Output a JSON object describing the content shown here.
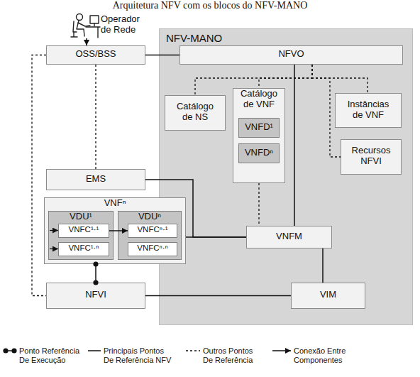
{
  "diagram": {
    "title": "Arquitetura NFV com os blocos do NFV-MANO",
    "nodes": [
      {
        "text": [
          "Operador de Rede"
        ]
      },
      {
        "text": [
          "NFV-MANO"
        ]
      },
      {
        "text": [
          "OSS/BSS"
        ]
      },
      {
        "text": [
          "NFVO"
        ],
        "in": 1
      },
      {
        "text": [
          "Catálogo de NS"
        ],
        "in": 1
      },
      {
        "text": [
          "Catálogo de VNF"
        ],
        "in": 1
      },
      {
        "text": [
          "VNFD¹"
        ],
        "in": 5
      },
      {
        "text": [
          "VNFDⁿ"
        ],
        "in": 5
      },
      {
        "text": [
          "Instâncias de VNF"
        ],
        "in": 1
      },
      {
        "text": [
          "Recursos NFVI"
        ],
        "in": 1
      },
      {
        "text": [
          "EMS"
        ]
      },
      {
        "text": [
          "VNFⁿ"
        ]
      },
      {
        "text": [
          "VDU¹"
        ],
        "in": 11
      },
      {
        "text": [
          "VNFC¹·¹"
        ],
        "in": 12
      },
      {
        "text": [
          "VNFC¹·ⁿ"
        ],
        "in": 12
      },
      {
        "text": [
          "VDUⁿ"
        ],
        "in": 11
      },
      {
        "text": [
          "VNFCⁿ·¹"
        ],
        "in": 15
      },
      {
        "text": [
          "VNFCⁿ·ⁿ"
        ],
        "in": 15
      },
      {
        "text": [
          "VNFM"
        ],
        "in": 1
      },
      {
        "text": [
          "NFVI"
        ]
      },
      {
        "text": [
          "VIM"
        ],
        "in": 1
      }
    ],
    "edges": [
      {
        "from": 0,
        "to": 2,
        "arrow": "to"
      },
      {
        "from": 2,
        "to": 3,
        "arrow": "none"
      },
      {
        "from": 2,
        "to": 10,
        "arrow": "none"
      },
      {
        "from": 2,
        "to": 19,
        "arrow": "none"
      },
      {
        "from": 3,
        "to": 4,
        "arrow": "none"
      },
      {
        "from": 3,
        "to": 5,
        "arrow": "none"
      },
      {
        "from": 3,
        "to": 8,
        "arrow": "none"
      },
      {
        "from": 3,
        "to": 9,
        "arrow": "none"
      },
      {
        "from": 3,
        "to": 18,
        "arrow": "none"
      },
      {
        "from": 5,
        "to": 18,
        "arrow": "none"
      },
      {
        "from": 10,
        "to": 18,
        "arrow": "none"
      },
      {
        "from": 11,
        "to": 18,
        "arrow": "none"
      },
      {
        "from": 11,
        "to": 19,
        "arrow": "none"
      },
      {
        "from": 19,
        "to": 20,
        "arrow": "none"
      },
      {
        "from": 18,
        "to": 20,
        "arrow": "none"
      },
      {
        "from": 13,
        "to": 16,
        "arrow": "to"
      }
    ],
    "legend": [
      {
        "text": "Ponto Referência De Execução"
      },
      {
        "text": "Principais Pontos De Referência NFV"
      },
      {
        "text": "Outros Pontos De Referência"
      },
      {
        "text": "Conexão Entre Componentes"
      }
    ]
  }
}
